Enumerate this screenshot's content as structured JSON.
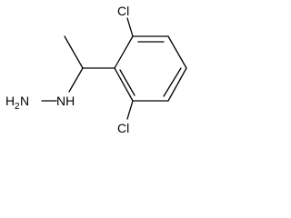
{
  "structure": {
    "atoms": {
      "cl_top": "Cl",
      "cl_bottom": "Cl",
      "hydrazine_nh": "NH",
      "hydrazine_h2n": {
        "H": "H",
        "sub": "2",
        "N": "N"
      }
    },
    "colors": {
      "bond": "#000000",
      "label": "#000000",
      "background": "#ffffff"
    }
  }
}
